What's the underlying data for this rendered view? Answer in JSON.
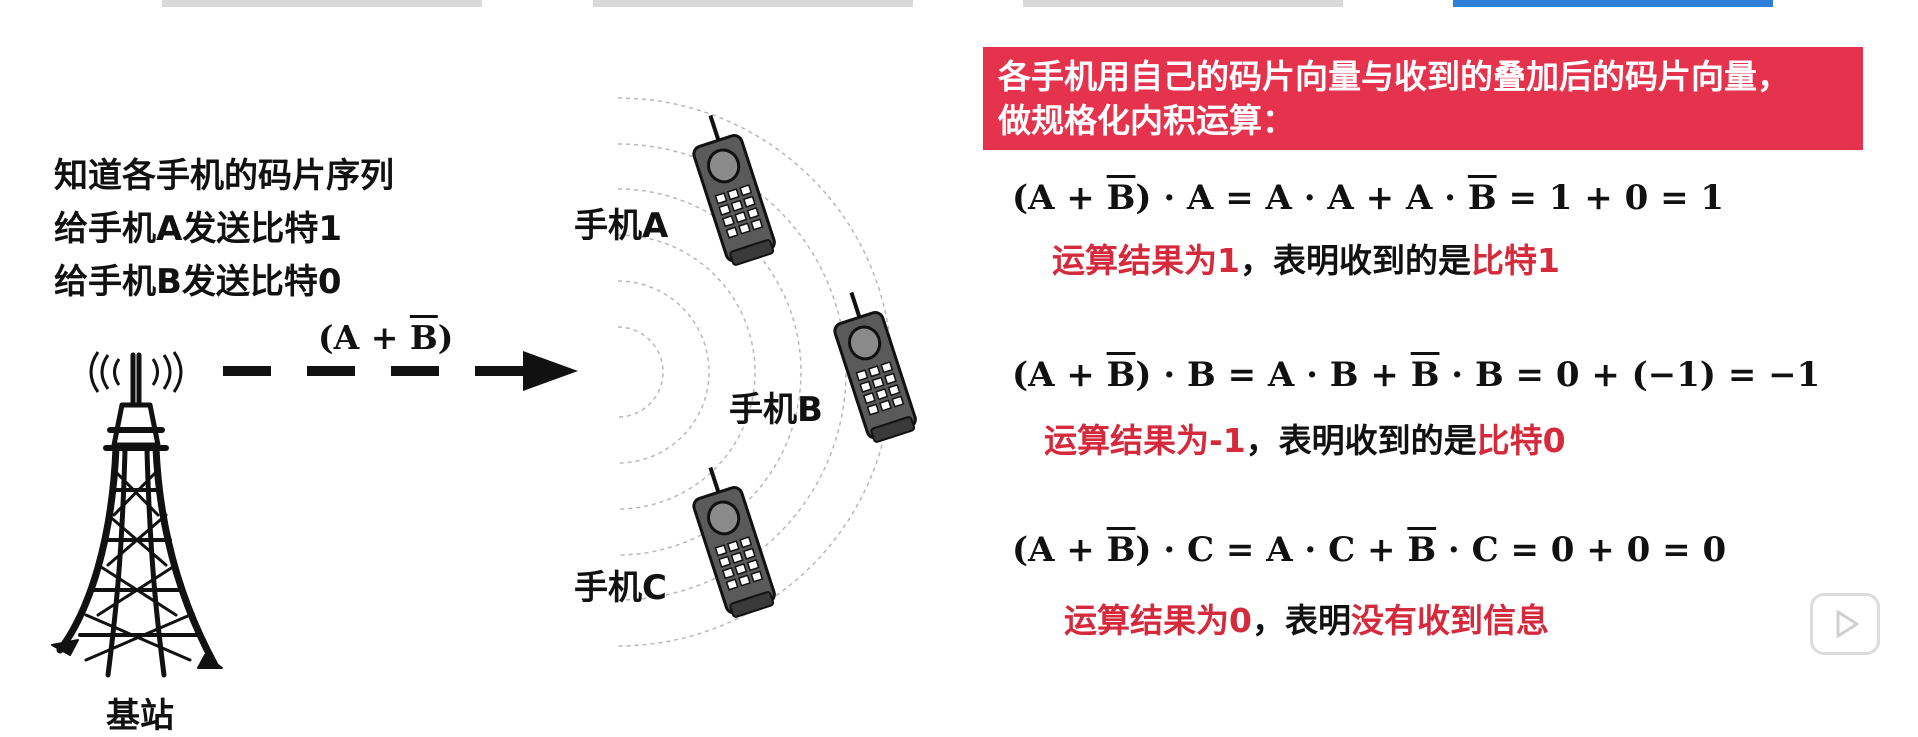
{
  "intro": {
    "line1": "知道各手机的码片序列",
    "line2": "给手机A发送比特1",
    "line3": "给手机B发送比特0"
  },
  "signal_label": {
    "prefix": "(A + ",
    "bbar": "B",
    "suffix": ")"
  },
  "station_label": "基站",
  "phones": {
    "a": "手机A",
    "b": "手机B",
    "c": "手机C"
  },
  "banner": {
    "line1": "各手机用自己的码片向量与收到的叠加后的码片向量，",
    "line2": "做规格化内积运算："
  },
  "equations": [
    {
      "lhs_pre": "(A + ",
      "lhs_bar": "B",
      "part1": ") · A = A · A + A · ",
      "part2_bar": "B",
      "part3": " = 1 + 0 = 1",
      "result_prefix": "运算结果为1",
      "result_middle": "，表明收到的是",
      "result_highlight": "比特1"
    },
    {
      "lhs_pre": "(A + ",
      "lhs_bar": "B",
      "part1": ") · B = A · B + ",
      "part2_bar": "B",
      "part3": " · B = 0 + (−1) = −1",
      "result_prefix": "运算结果为-1",
      "result_middle": "，表明收到的是",
      "result_highlight": "比特0"
    },
    {
      "lhs_pre": "(A + ",
      "lhs_bar": "B",
      "part1": ") · C = A · C + ",
      "part2_bar": "B",
      "part3": " · C = 0 + 0 = 0",
      "result_prefix": "运算结果为0",
      "result_middle": "，表明",
      "result_highlight": "没有收到信息"
    }
  ],
  "colors": {
    "banner": "#e5334e",
    "highlight_red": "#d42a3c",
    "active_tab": "#2f7ed8",
    "inactive_tab": "#d9d9d9"
  },
  "icons": [
    "radio-tower-icon",
    "cell-phone-icon",
    "play-icon"
  ]
}
